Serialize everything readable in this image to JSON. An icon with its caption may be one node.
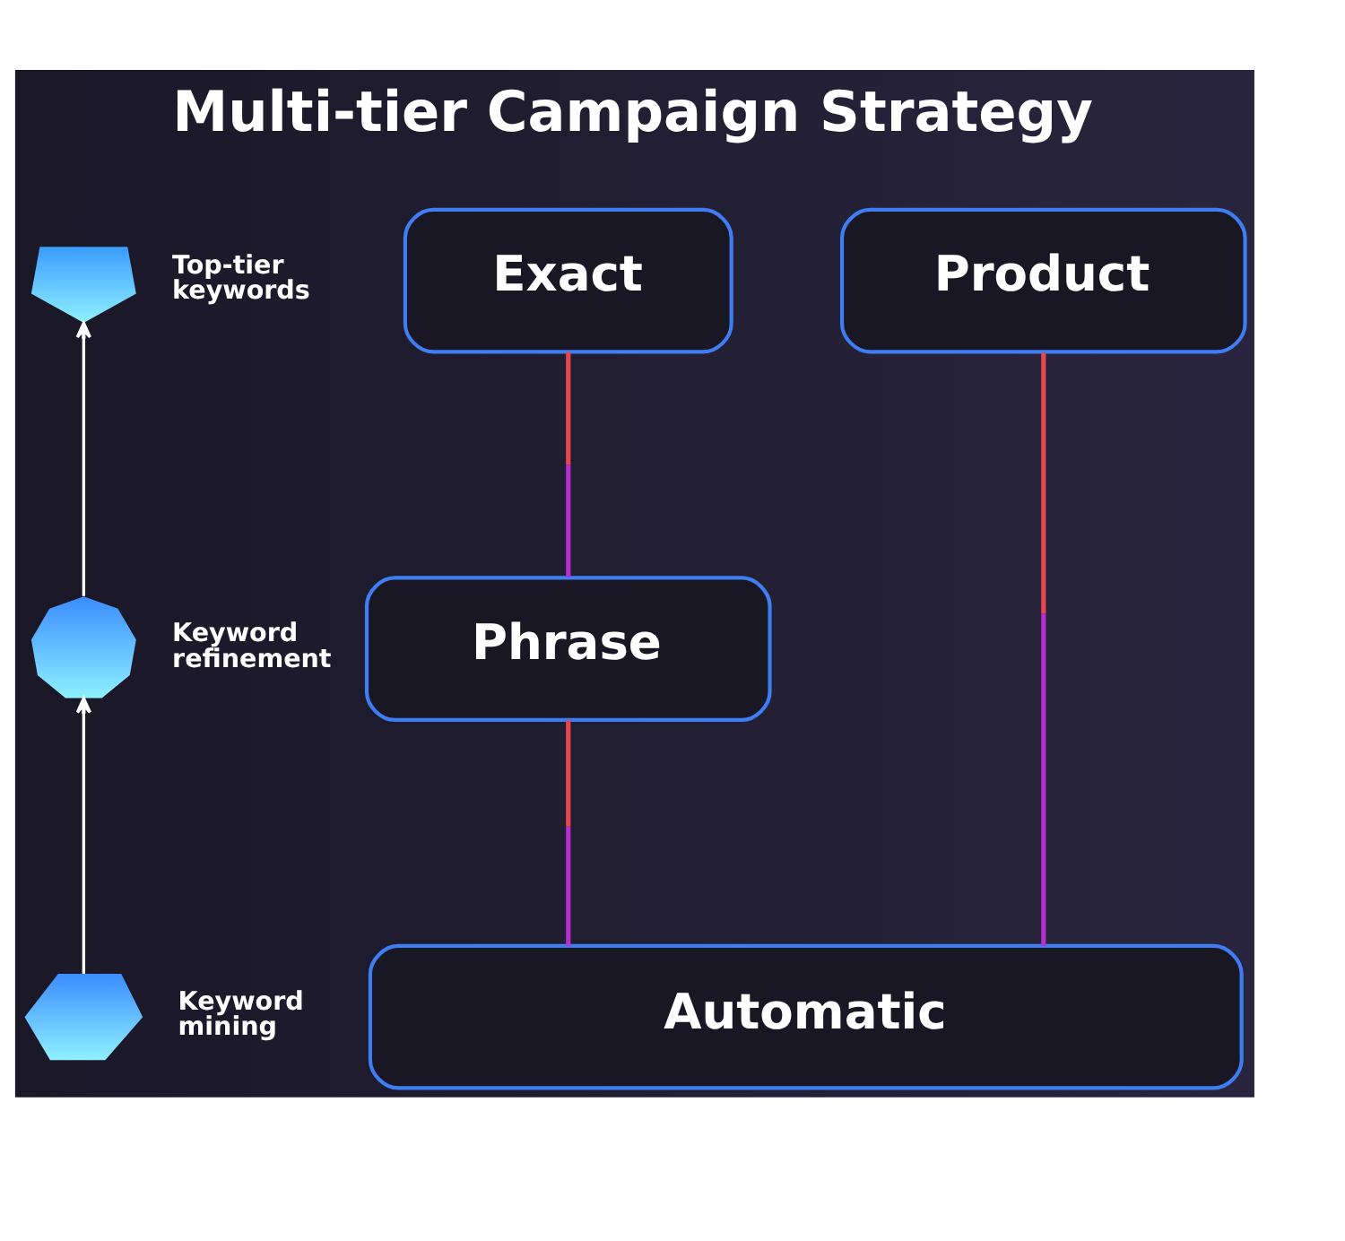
{
  "diagram": {
    "title": "Multi-tier Campaign Strategy",
    "nodes": [
      {
        "text": [],
        "shape": "picture",
        "beside": [
          "Top-tier keywords"
        ]
      },
      {
        "text": [
          "Exact"
        ]
      },
      {
        "text": [
          "Product"
        ]
      },
      {
        "text": [],
        "shape": "picture",
        "beside": [
          "Keyword refinement"
        ]
      },
      {
        "text": [
          "Phrase"
        ]
      },
      {
        "text": [],
        "shape": "picture",
        "beside": [
          "Keyword mining"
        ]
      },
      {
        "text": [
          "Automatic"
        ]
      }
    ],
    "edges": [
      {
        "from": 5,
        "to": 3,
        "arrow": "to",
        "color": "#ffffff"
      },
      {
        "from": 3,
        "to": 0,
        "arrow": "to",
        "color": "#ffffff"
      },
      {
        "from": 6,
        "to": 4,
        "arrow": "none"
      },
      {
        "from": 4,
        "to": 1,
        "arrow": "none"
      },
      {
        "from": 6,
        "to": 2,
        "arrow": "none"
      }
    ]
  }
}
